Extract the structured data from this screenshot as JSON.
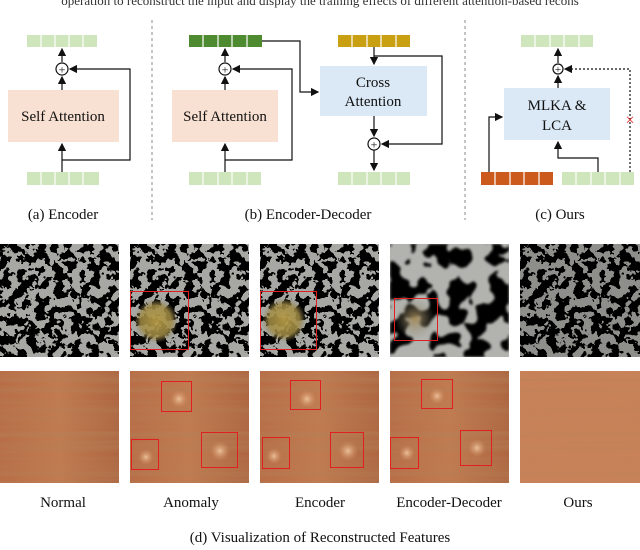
{
  "top_caption": "operation to reconstruct the input and display the training effects of different attention-based recons",
  "panels": [
    {
      "caption": "(a) Encoder",
      "block_label": "Self Attention"
    },
    {
      "caption": "(b) Encoder-Decoder",
      "block_label": "Self Attention",
      "cross_label_line1": "Cross",
      "cross_label_line2": "Attention"
    },
    {
      "caption": "(c) Ours",
      "block_label_line1": "MLKA &",
      "block_label_line2": "LCA"
    }
  ],
  "operator_symbol": "+",
  "blocked_symbol": "×",
  "columns": [
    "Normal",
    "Anomaly",
    "Encoder",
    "Encoder-Decoder",
    "Ours"
  ],
  "figure_caption": "(d) Visualization of Reconstructed Features",
  "colors": {
    "token_light_green": "#cfe6bd",
    "token_dark_green": "#4e8a2f",
    "token_gold": "#c9a012",
    "token_orange": "#cc5a1c",
    "self_attention_fill": "#f8e1d2",
    "cross_attention_fill": "#dbe9f6",
    "mlka_fill": "#dbe9f6",
    "highlight_box": "#e02020",
    "separator": "#888888"
  }
}
